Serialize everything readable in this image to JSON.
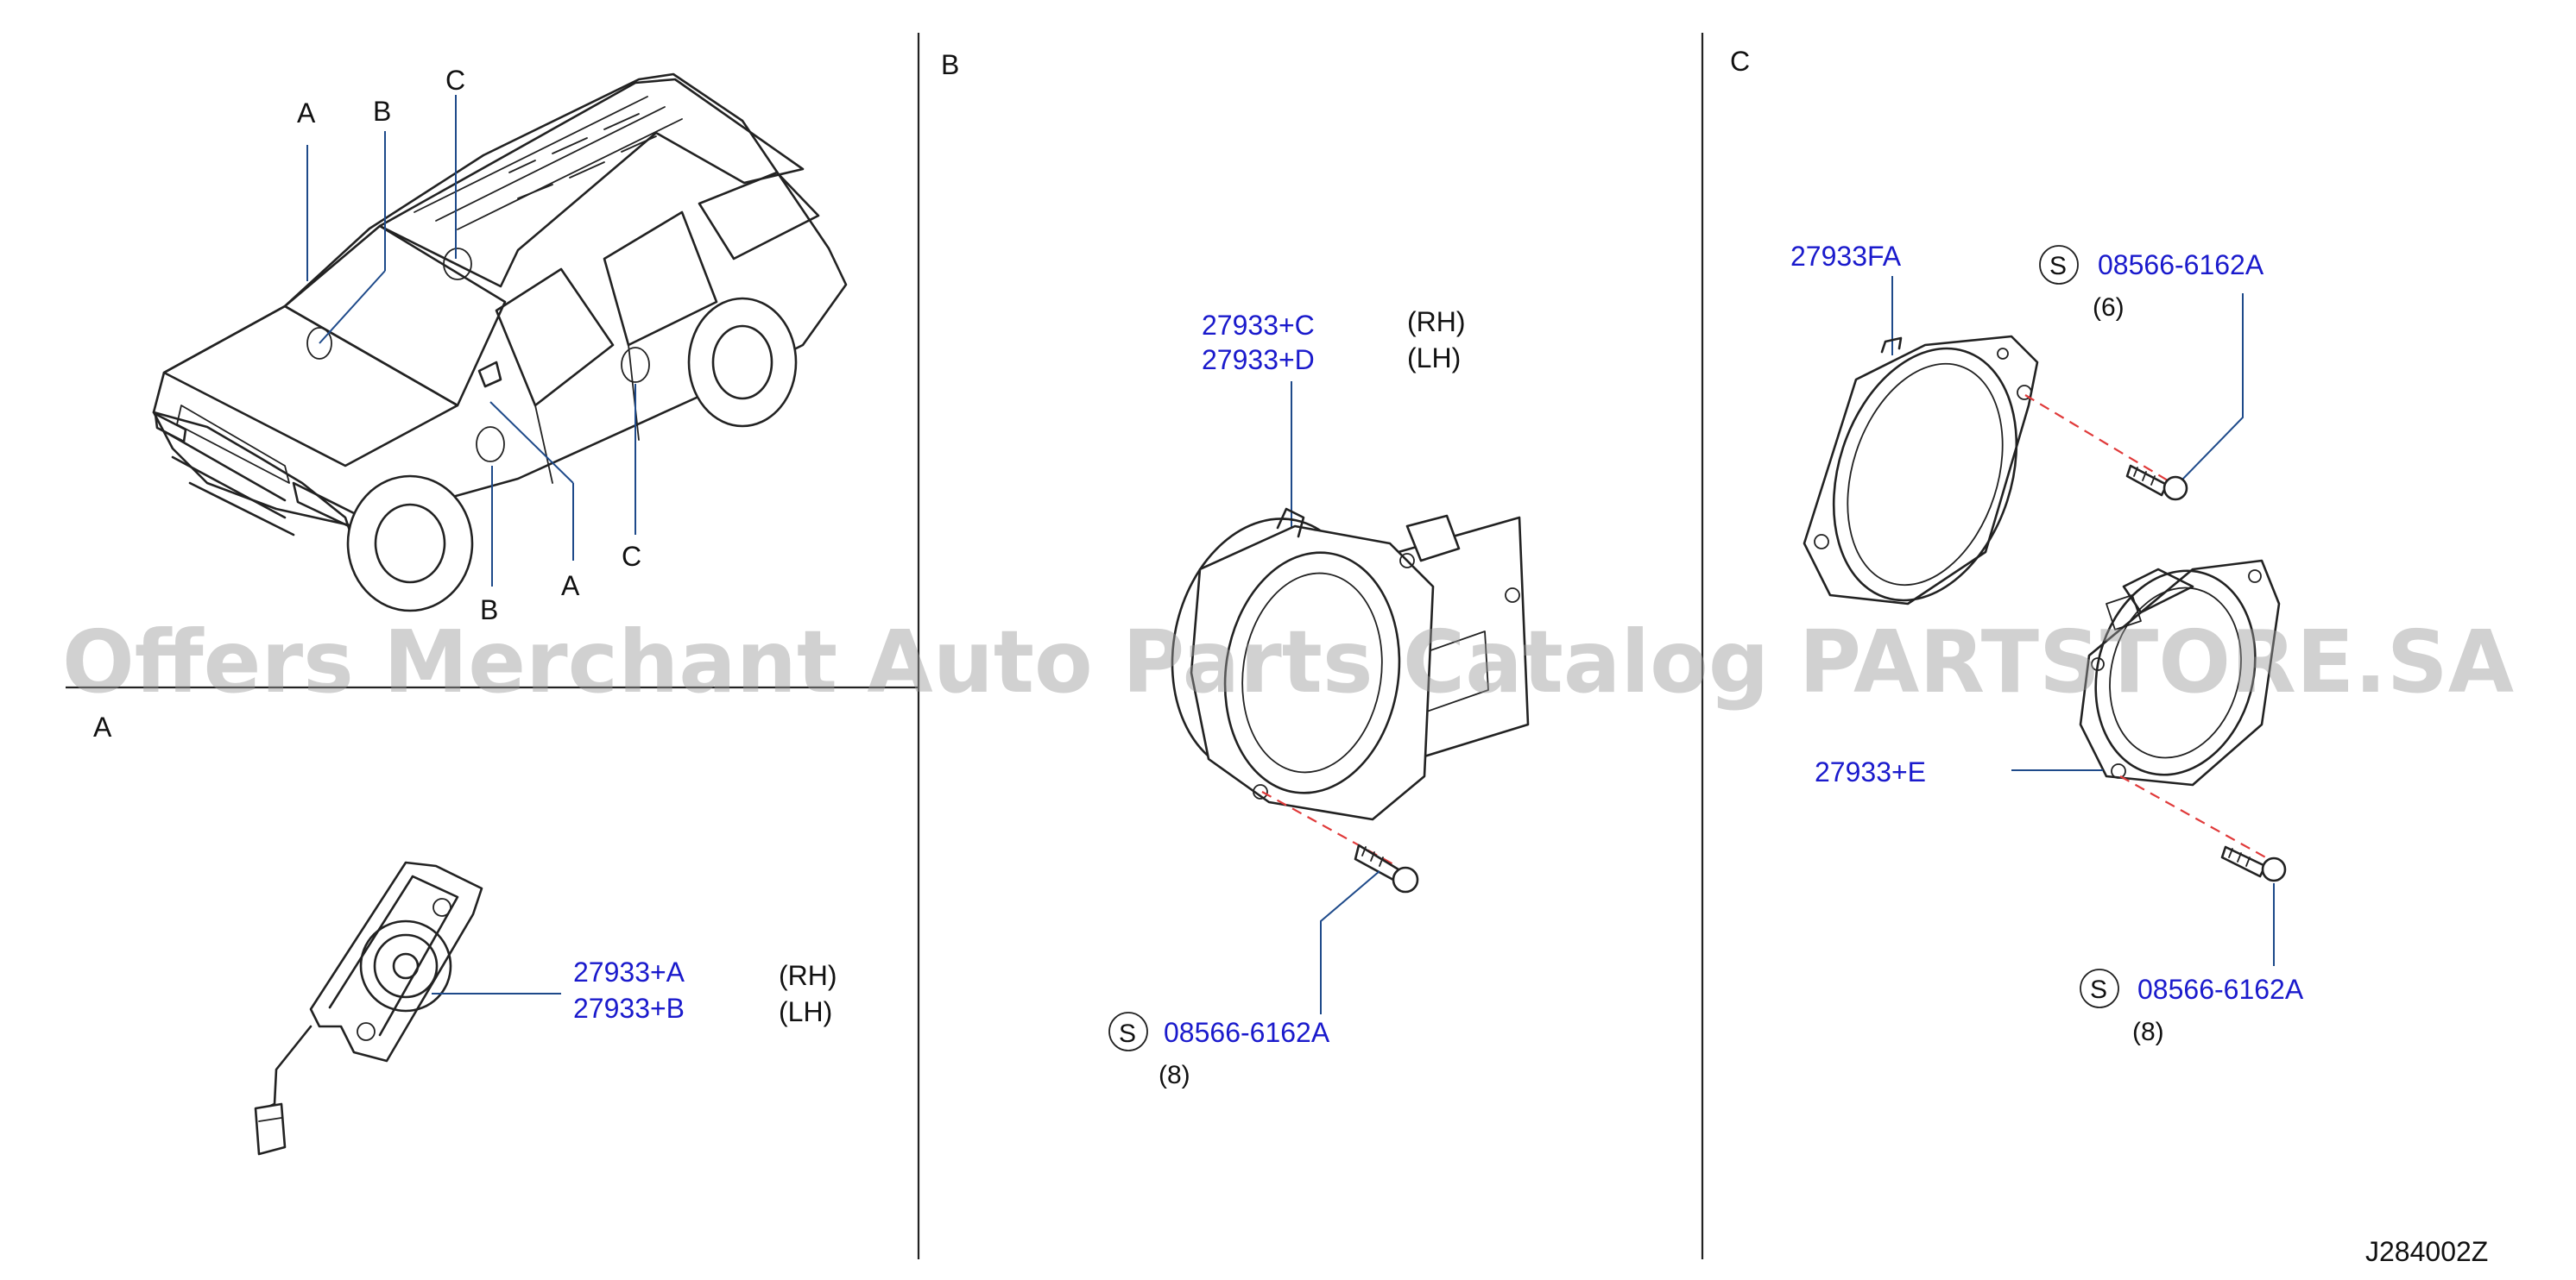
{
  "panels": {
    "a": "A",
    "b": "B",
    "c": "C"
  },
  "overview_callouts": {
    "top_a": "A",
    "top_b": "B",
    "top_c": "C",
    "bottom_b": "B",
    "bottom_a": "A",
    "bottom_c": "C"
  },
  "parts": {
    "panel_a": {
      "part_rh": "27933+A",
      "part_lh": "27933+B",
      "side_rh": "(RH)",
      "side_lh": "(LH)"
    },
    "panel_b": {
      "part_rh": "27933+C",
      "part_lh": "27933+D",
      "side_rh": "(RH)",
      "side_lh": "(LH)",
      "screw_symbol": "S",
      "screw_part": "08566-6162A",
      "screw_qty": "(8)"
    },
    "panel_c": {
      "bracket_part": "27933FA",
      "speaker_part": "27933+E",
      "screw1_symbol": "S",
      "screw1_part": "08566-6162A",
      "screw1_qty": "(6)",
      "screw2_symbol": "S",
      "screw2_part": "08566-6162A",
      "screw2_qty": "(8)"
    }
  },
  "diagram_code": "J284002Z",
  "watermark": "Offers Merchant Auto Parts Catalog PARTSTORE.SA",
  "colors": {
    "part_number": "#1a1acc",
    "leader_line": "#1e4a8a",
    "screw_axis": "#e03a3a",
    "ink": "#222222"
  },
  "icons": [
    "vehicle-illustration",
    "tweeter-speaker-icon",
    "door-speaker-icon",
    "speaker-bracket-icon",
    "screw-icon"
  ]
}
